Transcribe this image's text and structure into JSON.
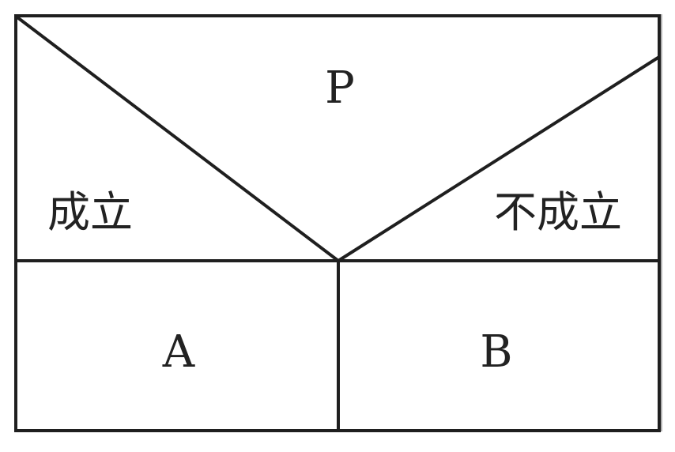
{
  "diagram": {
    "condition": "P",
    "true_label": "成立",
    "false_label": "不成立",
    "true_branch": "A",
    "false_branch": "B"
  },
  "colors": {
    "line": "#1f1f1f",
    "text": "#222222",
    "edge_shadow": "#b0b0b0",
    "background": "#ffffff"
  }
}
